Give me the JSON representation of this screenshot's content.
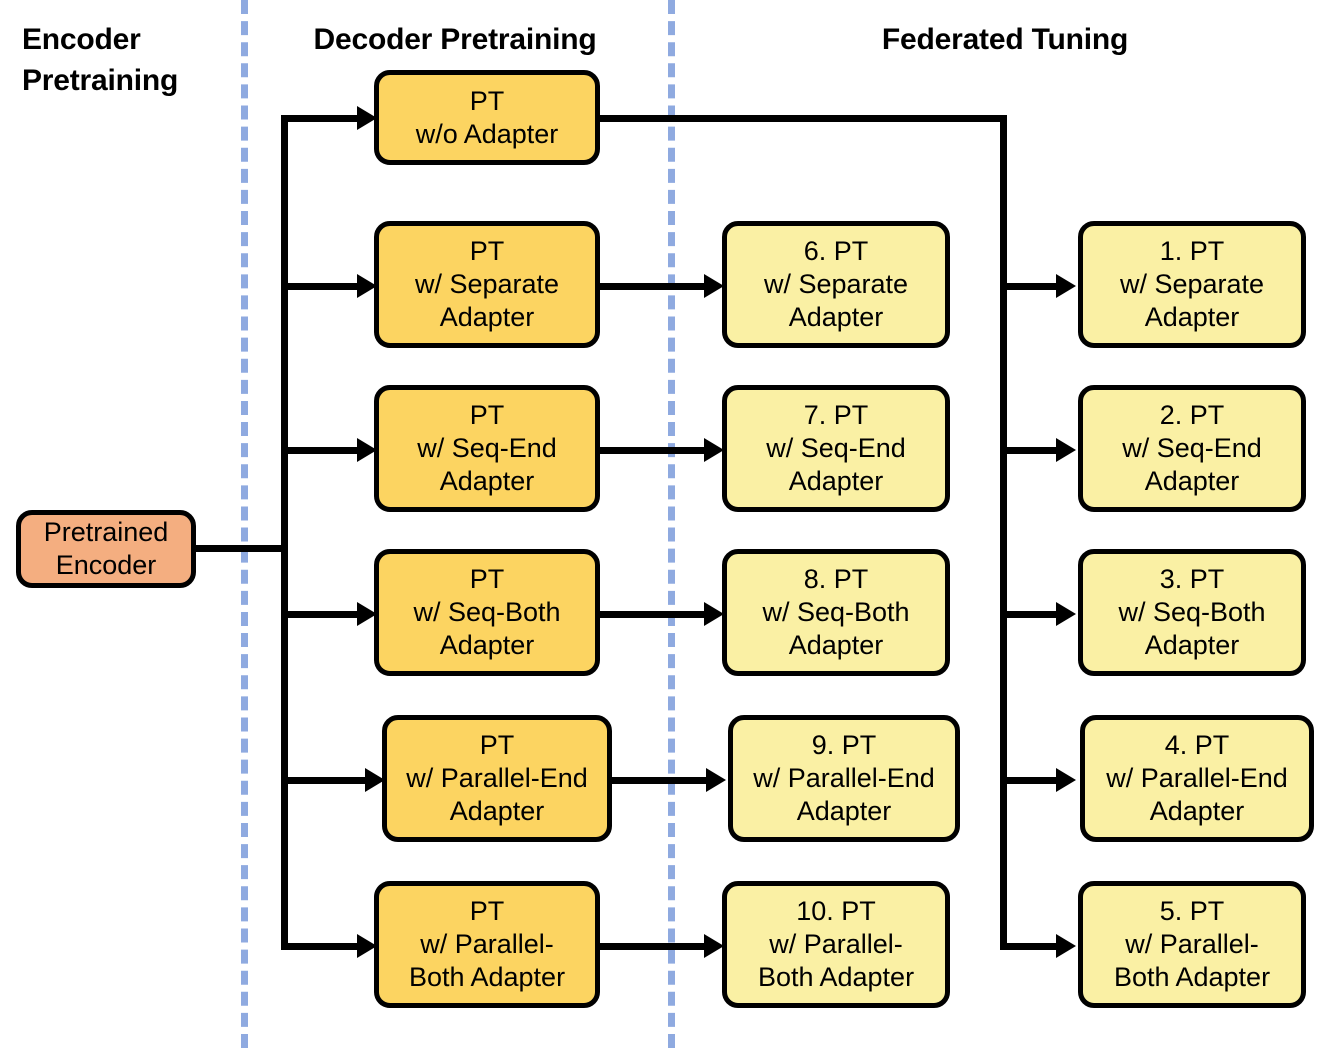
{
  "figure": {
    "type": "flow-diagram",
    "title": "Pipeline of encoder pretraining, decoder pretraining and federated tuning variants"
  },
  "colors": {
    "encoder_fill": "#F4AE80",
    "decoder_fill": "#FCD461",
    "tuning_fill": "#FAF0A4",
    "stroke": "#000000",
    "divider": "#8FAAE0",
    "background": "#FFFFFF"
  },
  "headers": {
    "encoder": "Encoder\nPretraining",
    "decoder": "Decoder Pretraining",
    "federated": "Federated Tuning"
  },
  "encoder": {
    "label": "Pretrained\nEncoder"
  },
  "decoder_column": [
    {
      "id": "pt-wo-adapter",
      "label": "PT\nw/o Adapter"
    },
    {
      "id": "pt-separate",
      "label": "PT\nw/ Separate\nAdapter"
    },
    {
      "id": "pt-seq-end",
      "label": "PT\nw/ Seq-End\nAdapter"
    },
    {
      "id": "pt-seq-both",
      "label": "PT\nw/ Seq-Both\nAdapter"
    },
    {
      "id": "pt-parallel-end",
      "label": "PT\nw/ Parallel-End\nAdapter"
    },
    {
      "id": "pt-parallel-both",
      "label": "PT\nw/ Parallel-\nBoth Adapter"
    }
  ],
  "middle_column": [
    {
      "id": "ft-6-separate",
      "number": "6",
      "label": "6. PT\nw/ Separate\nAdapter"
    },
    {
      "id": "ft-7-seq-end",
      "number": "7",
      "label": "7. PT\nw/ Seq-End\nAdapter"
    },
    {
      "id": "ft-8-seq-both",
      "number": "8",
      "label": "8. PT\nw/ Seq-Both\nAdapter"
    },
    {
      "id": "ft-9-parallel-end",
      "number": "9",
      "label": "9. PT\nw/ Parallel-End\nAdapter"
    },
    {
      "id": "ft-10-parallel-both",
      "number": "10",
      "label": "10. PT\nw/ Parallel-\nBoth Adapter"
    }
  ],
  "right_column": [
    {
      "id": "ft-1-separate",
      "number": "1",
      "label": "1. PT\nw/ Separate\nAdapter"
    },
    {
      "id": "ft-2-seq-end",
      "number": "2",
      "label": "2. PT\nw/ Seq-End\nAdapter"
    },
    {
      "id": "ft-3-seq-both",
      "number": "3",
      "label": "3. PT\nw/ Seq-Both\nAdapter"
    },
    {
      "id": "ft-4-parallel-end",
      "number": "4",
      "label": "4. PT\nw/ Parallel-End\nAdapter"
    },
    {
      "id": "ft-5-parallel-both",
      "number": "5",
      "label": "5. PT\nw/ Parallel-\nBoth Adapter"
    }
  ]
}
